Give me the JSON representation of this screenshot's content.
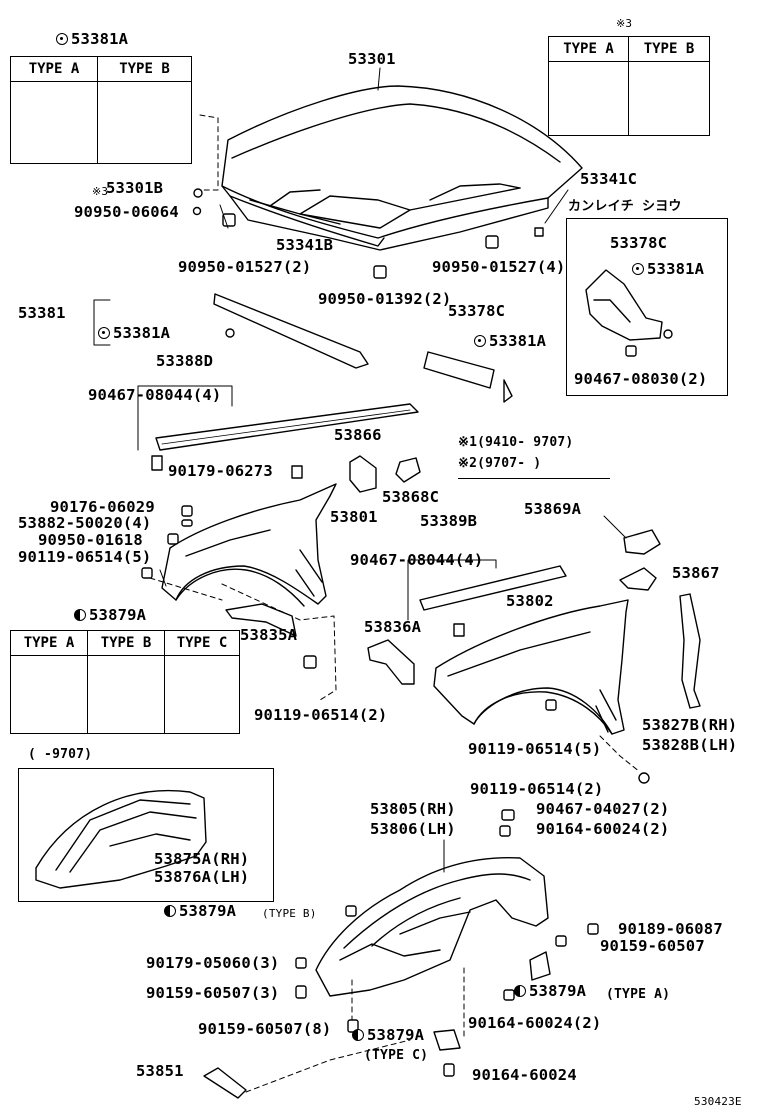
{
  "labels": {
    "p53381A_top": "53381A",
    "p53301": "53301",
    "note3_top": "※3",
    "note3_left": "※3",
    "p53301B": "53301B",
    "p90950_06064": "90950-06064",
    "p53341C": "53341C",
    "kanreichi": "カンレイチ シヨウ",
    "p53341B": "53341B",
    "p90950_01527_2": "90950-01527(2)",
    "p90950_01527_4": "90950-01527(4)",
    "p53378C_a": "53378C",
    "p53381A_box": "53381A",
    "p90950_01392": "90950-01392(2)",
    "p53378C_b": "53378C",
    "p53381": "53381",
    "p53381A_mid": "53381A",
    "p53381A_right": "53381A",
    "p90467_08030": "90467-08030(2)",
    "p53388D": "53388D",
    "p90467_08044_a": "90467-08044(4)",
    "p53866": "53866",
    "note1": "※1(9410- 9707)",
    "note2": "※2(9707-       )",
    "p90179_06273": "90179-06273",
    "p53868C": "53868C",
    "p90176_06029": "90176-06029",
    "p53882_50020": "53882-50020(4)",
    "p53801": "53801",
    "p53389B": "53389B",
    "p53869A": "53869A",
    "p90950_01618": "90950-01618",
    "p90119_06514_5a": "90119-06514(5)",
    "p90467_08044_b": "90467-08044(4)",
    "p53867": "53867",
    "p53879A_a": "53879A",
    "p53802": "53802",
    "p53835A": "53835A",
    "p53836A": "53836A",
    "p90119_06514_2a": "90119-06514(2)",
    "p53827B": "53827B(RH)",
    "p53828B": "53828B(LH)",
    "p90119_06514_5b": "90119-06514(5)",
    "p9707": "(    -9707)",
    "p90119_06514_2b": "90119-06514(2)",
    "p53805": "53805(RH)",
    "p90467_04027": "90467-04027(2)",
    "p53806": "53806(LH)",
    "p90164_60024_2a": "90164-60024(2)",
    "p53875A": "53875A(RH)",
    "p53876A": "53876A(LH)",
    "p53879A_b": "53879A",
    "typeB_small": "(TYPE B)",
    "p90189_06087": "90189-06087",
    "p90159_60507_a": "90159-60507",
    "p90179_05060": "90179-05060(3)",
    "p90159_60507_3": "90159-60507(3)",
    "p53879A_c": "53879A",
    "typeA_small": "(TYPE A)",
    "p90164_60024_2b": "90164-60024(2)",
    "p90159_60507_8": "90159-60507(8)",
    "p53879A_d": "53879A",
    "typeC_small": "(TYPE C)",
    "p53851": "53851",
    "p90164_60024": "90164-60024",
    "code": "530423E"
  },
  "tables": {
    "t53381": {
      "a": "TYPE A",
      "b": "TYPE B"
    },
    "t3": {
      "a": "TYPE A",
      "b": "TYPE B"
    },
    "t53879": {
      "a": "TYPE A",
      "b": "TYPE B",
      "c": "TYPE C"
    }
  }
}
